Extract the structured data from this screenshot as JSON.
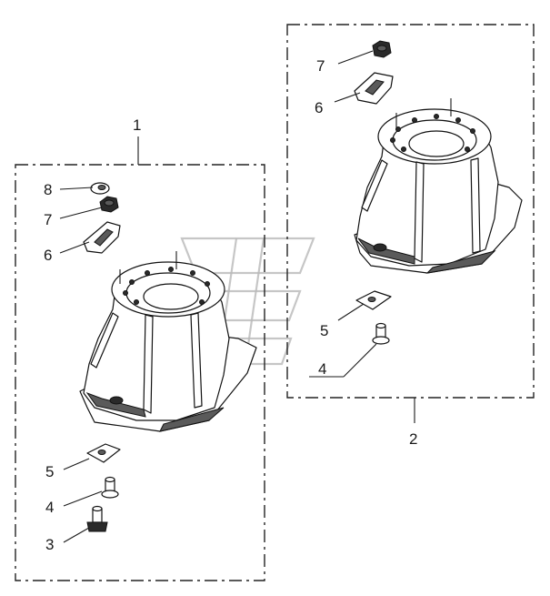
{
  "assembly_labels": {
    "group_left": "1",
    "group_right": "2"
  },
  "left_group_callouts": {
    "washer": "8",
    "nut": "7",
    "clip": "6",
    "plate": "5",
    "pin": "4",
    "bolt": "3"
  },
  "right_group_callouts": {
    "nut": "7",
    "clip": "6",
    "plate": "5",
    "pin": "4"
  },
  "colors": {
    "line": "#111111",
    "shade": "#5a5a5a",
    "watermark": "#b8b8b8"
  }
}
